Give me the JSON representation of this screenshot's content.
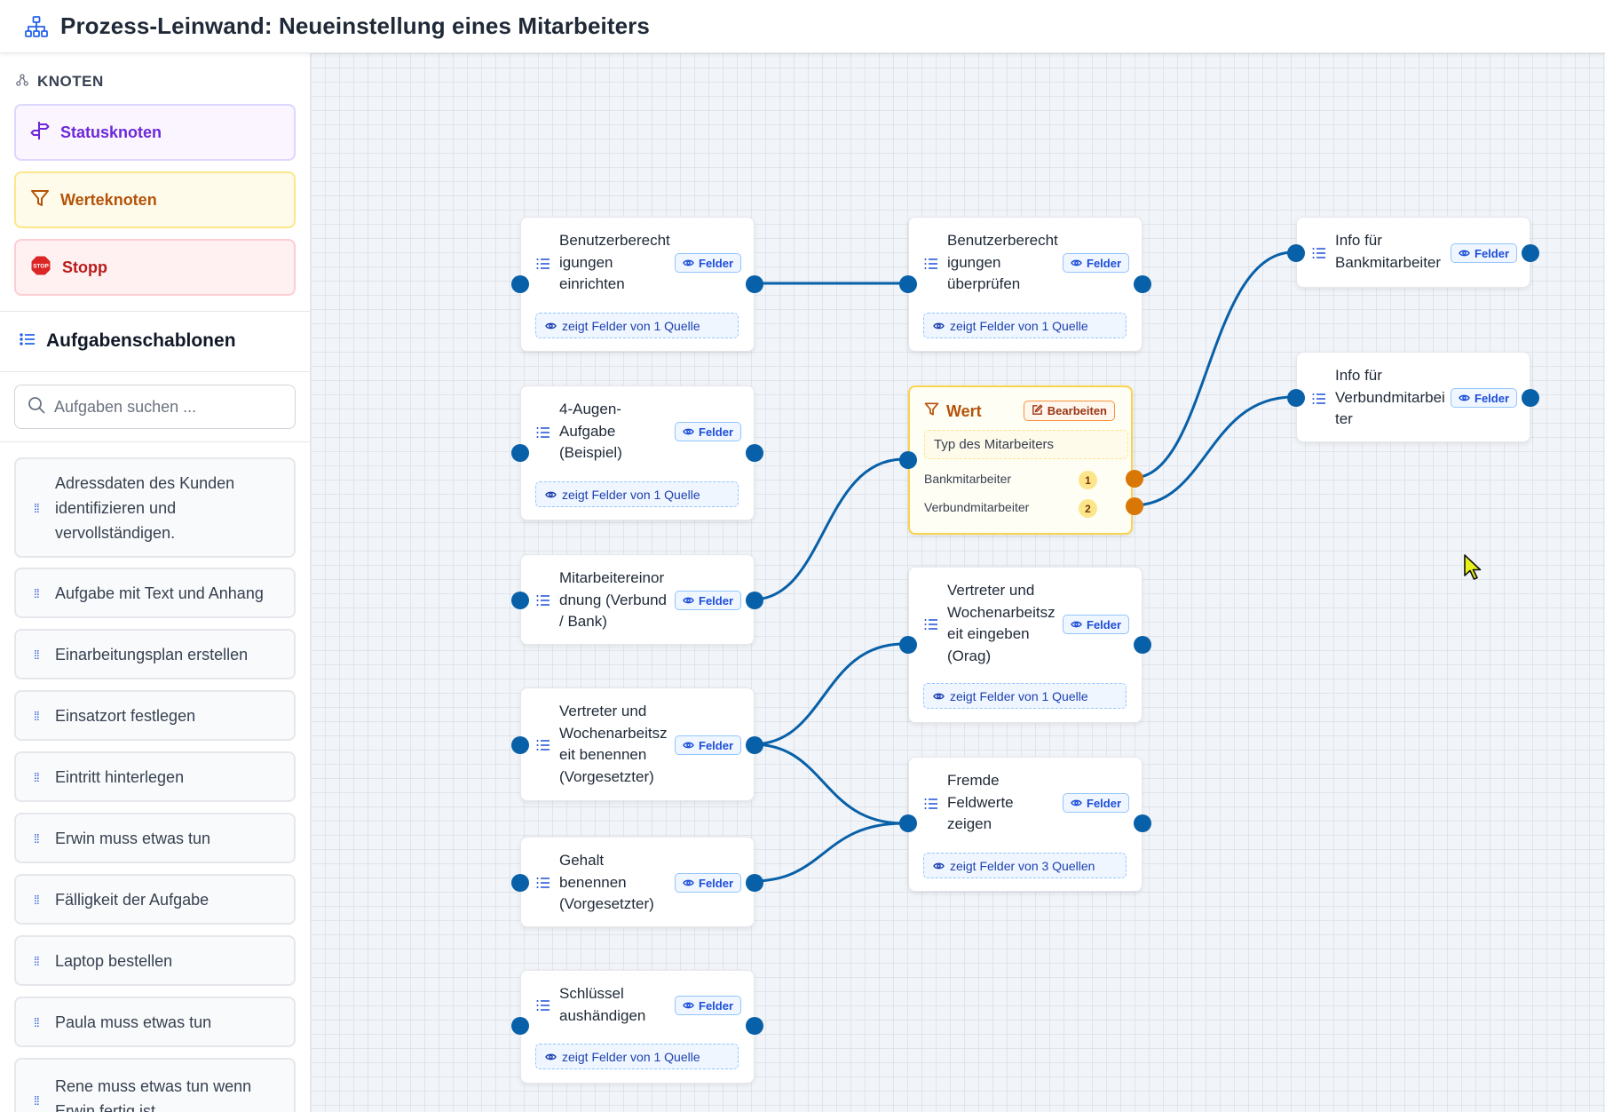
{
  "header": {
    "title": "Prozess-Leinwand: Neueinstellung eines Mitarbeiters"
  },
  "sidebar": {
    "knoten_title": "KNOTEN",
    "palette": {
      "status": "Statusknoten",
      "wert": "Werteknoten",
      "stop": "Stopp",
      "stop_icon_text": "STOP"
    },
    "templates_title": "Aufgabenschablonen",
    "search": {
      "placeholder": "Aufgaben suchen ...",
      "value": ""
    },
    "templates": [
      "Adressdaten des Kunden identifizieren und vervollständigen.",
      "Aufgabe mit Text und Anhang",
      "Einarbeitungsplan erstellen",
      "Einsatzort festlegen",
      "Eintritt hinterlegen",
      "Erwin muss etwas tun",
      "Fälligkeit der Aufgabe",
      "Laptop bestellen",
      "Paula muss etwas tun",
      "Rene muss etwas tun wenn Erwin fertig ist"
    ]
  },
  "canvas": {
    "nodes": {
      "n1": {
        "title": "Benutzerberecht igungen einrichten",
        "badge": "Felder",
        "sources": "zeigt Felder von 1 Quelle"
      },
      "n2": {
        "title": "4-Augen-Aufgabe (Beispiel)",
        "badge": "Felder",
        "sources": "zeigt Felder von 1 Quelle"
      },
      "n3": {
        "title": "Mitarbeitereinor dnung (Verbund / Bank)",
        "badge": "Felder"
      },
      "n4": {
        "title": "Vertreter und Wochenarbeitsz eit benennen (Vorgesetzter)",
        "badge": "Felder"
      },
      "n5": {
        "title": "Gehalt benennen (Vorgesetzter)",
        "badge": "Felder"
      },
      "n6": {
        "title": "Schlüssel aushändigen",
        "badge": "Felder",
        "sources": "zeigt Felder von 1 Quelle"
      },
      "n7": {
        "title": "Benutzerberecht igungen überprüfen",
        "badge": "Felder",
        "sources": "zeigt Felder von 1 Quelle"
      },
      "n9": {
        "title": "Vertreter und Wochenarbeitsz eit eingeben (Orag)",
        "badge": "Felder",
        "sources": "zeigt Felder von 1 Quelle"
      },
      "n10": {
        "title": "Fremde Feldwerte zeigen",
        "badge": "Felder",
        "sources": "zeigt Felder von 3 Quellen"
      },
      "n11": {
        "title": "Info für Bankmitarbeiter",
        "badge": "Felder"
      },
      "n12": {
        "title": "Info für Verbundmitarbei ter",
        "badge": "Felder"
      }
    },
    "wert": {
      "title": "Wert",
      "edit_label": "Bearbeiten",
      "field": "Typ des Mitarbeiters",
      "options": [
        {
          "label": "Bankmitarbeiter",
          "num": "1"
        },
        {
          "label": "Verbundmitarbeiter",
          "num": "2"
        }
      ]
    },
    "colors": {
      "edge": "#0860a8",
      "handle": "#0860a8",
      "wert_handle": "#d97706",
      "accent_blue": "#1d4ed8"
    }
  }
}
